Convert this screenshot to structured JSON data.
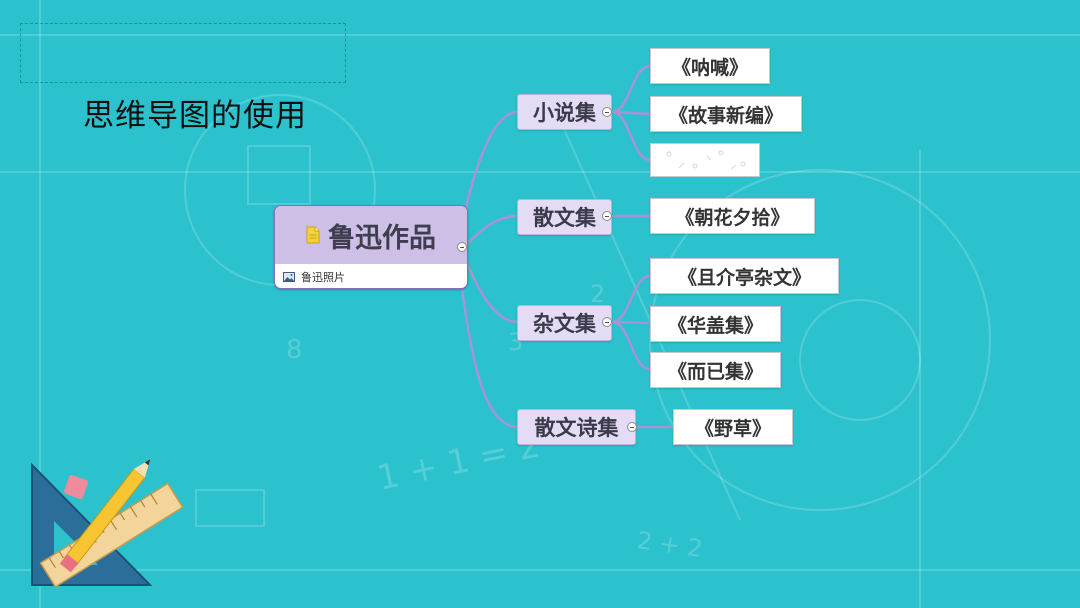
{
  "slide": {
    "title": "思维导图的使用"
  },
  "mindmap": {
    "root": {
      "label": "鲁迅作品",
      "attachment_label": "鲁迅照片"
    },
    "branches": [
      {
        "label": "小说集",
        "children": [
          "《呐喊》",
          "《故事新编》",
          ""
        ]
      },
      {
        "label": "散文集",
        "children": [
          "《朝花夕拾》"
        ]
      },
      {
        "label": "杂文集",
        "children": [
          "《且介亭杂文》",
          "《华盖集》",
          "《而已集》"
        ]
      },
      {
        "label": "散文诗集",
        "children": [
          "《野草》"
        ]
      }
    ]
  },
  "background_text": {
    "eight": "8",
    "equation": "1 + 1 = 2",
    "two_plus_two": "2 + 2",
    "three": "3",
    "two": "2"
  },
  "colors": {
    "background": "#2cc2cd",
    "root_header": "#cdbfe6",
    "branch_fill": "#e4dcf5",
    "connector": "#a793d6"
  },
  "icons": {
    "root": "document-icon",
    "attachment": "image-icon",
    "collapse": "collapse-minus-icon",
    "decoration": "pencil-ruler-triangle-icon"
  }
}
